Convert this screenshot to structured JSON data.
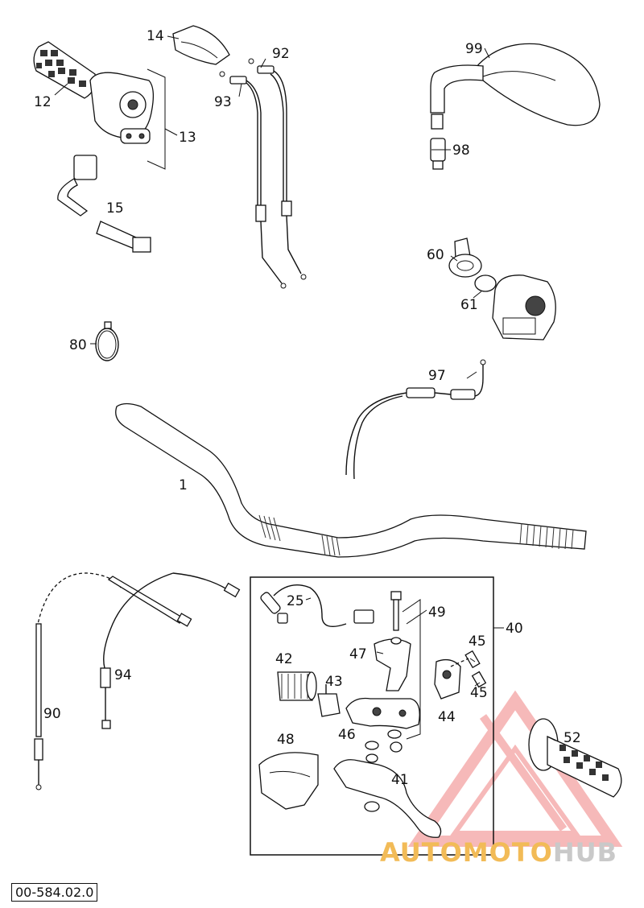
{
  "diagram": {
    "labels": {
      "p1": "1",
      "p12": "12",
      "p13": "13",
      "p14": "14",
      "p15": "15",
      "p25": "25",
      "p40": "40",
      "p41": "41",
      "p42": "42",
      "p43": "43",
      "p44": "44",
      "p45a": "45",
      "p45b": "45",
      "p46": "46",
      "p47": "47",
      "p48": "48",
      "p49": "49",
      "p52": "52",
      "p60": "60",
      "p61": "61",
      "p80": "80",
      "p90": "90",
      "p92": "92",
      "p93": "93",
      "p94": "94",
      "p97": "97",
      "p98": "98",
      "p99": "99"
    },
    "doc_number": "00-584.02.0"
  },
  "watermark": {
    "part1": "AUTOMOTO",
    "part2": "HUB",
    "color_triangle": "#f08080",
    "color_part1": "#f2bb57",
    "color_part2": "#c9c9c9"
  }
}
